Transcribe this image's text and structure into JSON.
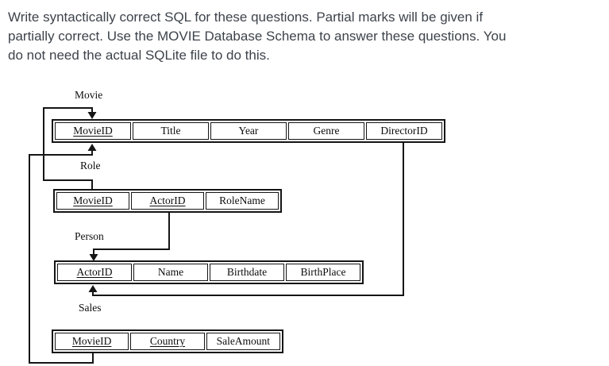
{
  "instructions": {
    "lines": [
      "Write syntactically correct SQL for these questions. Partial marks will be given if",
      "partially correct. Use the MOVIE Database Schema to answer these questions. You",
      "do not need the actual SQLite file to do this."
    ]
  },
  "schema": {
    "title": "MOVIE Database Schema",
    "tables": [
      {
        "name": "Movie",
        "columns": [
          {
            "label": "MovieID",
            "pk": true
          },
          {
            "label": "Title",
            "pk": false
          },
          {
            "label": "Year",
            "pk": false
          },
          {
            "label": "Genre",
            "pk": false
          },
          {
            "label": "DirectorID",
            "pk": false
          }
        ]
      },
      {
        "name": "Role",
        "columns": [
          {
            "label": "MovieID",
            "pk": true
          },
          {
            "label": "ActorID",
            "pk": true
          },
          {
            "label": "RoleName",
            "pk": false
          }
        ]
      },
      {
        "name": "Person",
        "columns": [
          {
            "label": "ActorID",
            "pk": true
          },
          {
            "label": "Name",
            "pk": false
          },
          {
            "label": "Birthdate",
            "pk": false
          },
          {
            "label": "BirthPlace",
            "pk": false
          }
        ]
      },
      {
        "name": "Sales",
        "columns": [
          {
            "label": "MovieID",
            "pk": true
          },
          {
            "label": "Country",
            "pk": true
          },
          {
            "label": "SaleAmount",
            "pk": false
          }
        ]
      }
    ],
    "relationships": [
      {
        "from": "Role.MovieID",
        "to": "Movie.MovieID"
      },
      {
        "from": "Sales.MovieID",
        "to": "Movie.MovieID"
      },
      {
        "from": "Role.ActorID",
        "to": "Person.ActorID"
      },
      {
        "from": "Movie.DirectorID",
        "to": "Person.ActorID"
      }
    ],
    "line_color": "#151515"
  }
}
